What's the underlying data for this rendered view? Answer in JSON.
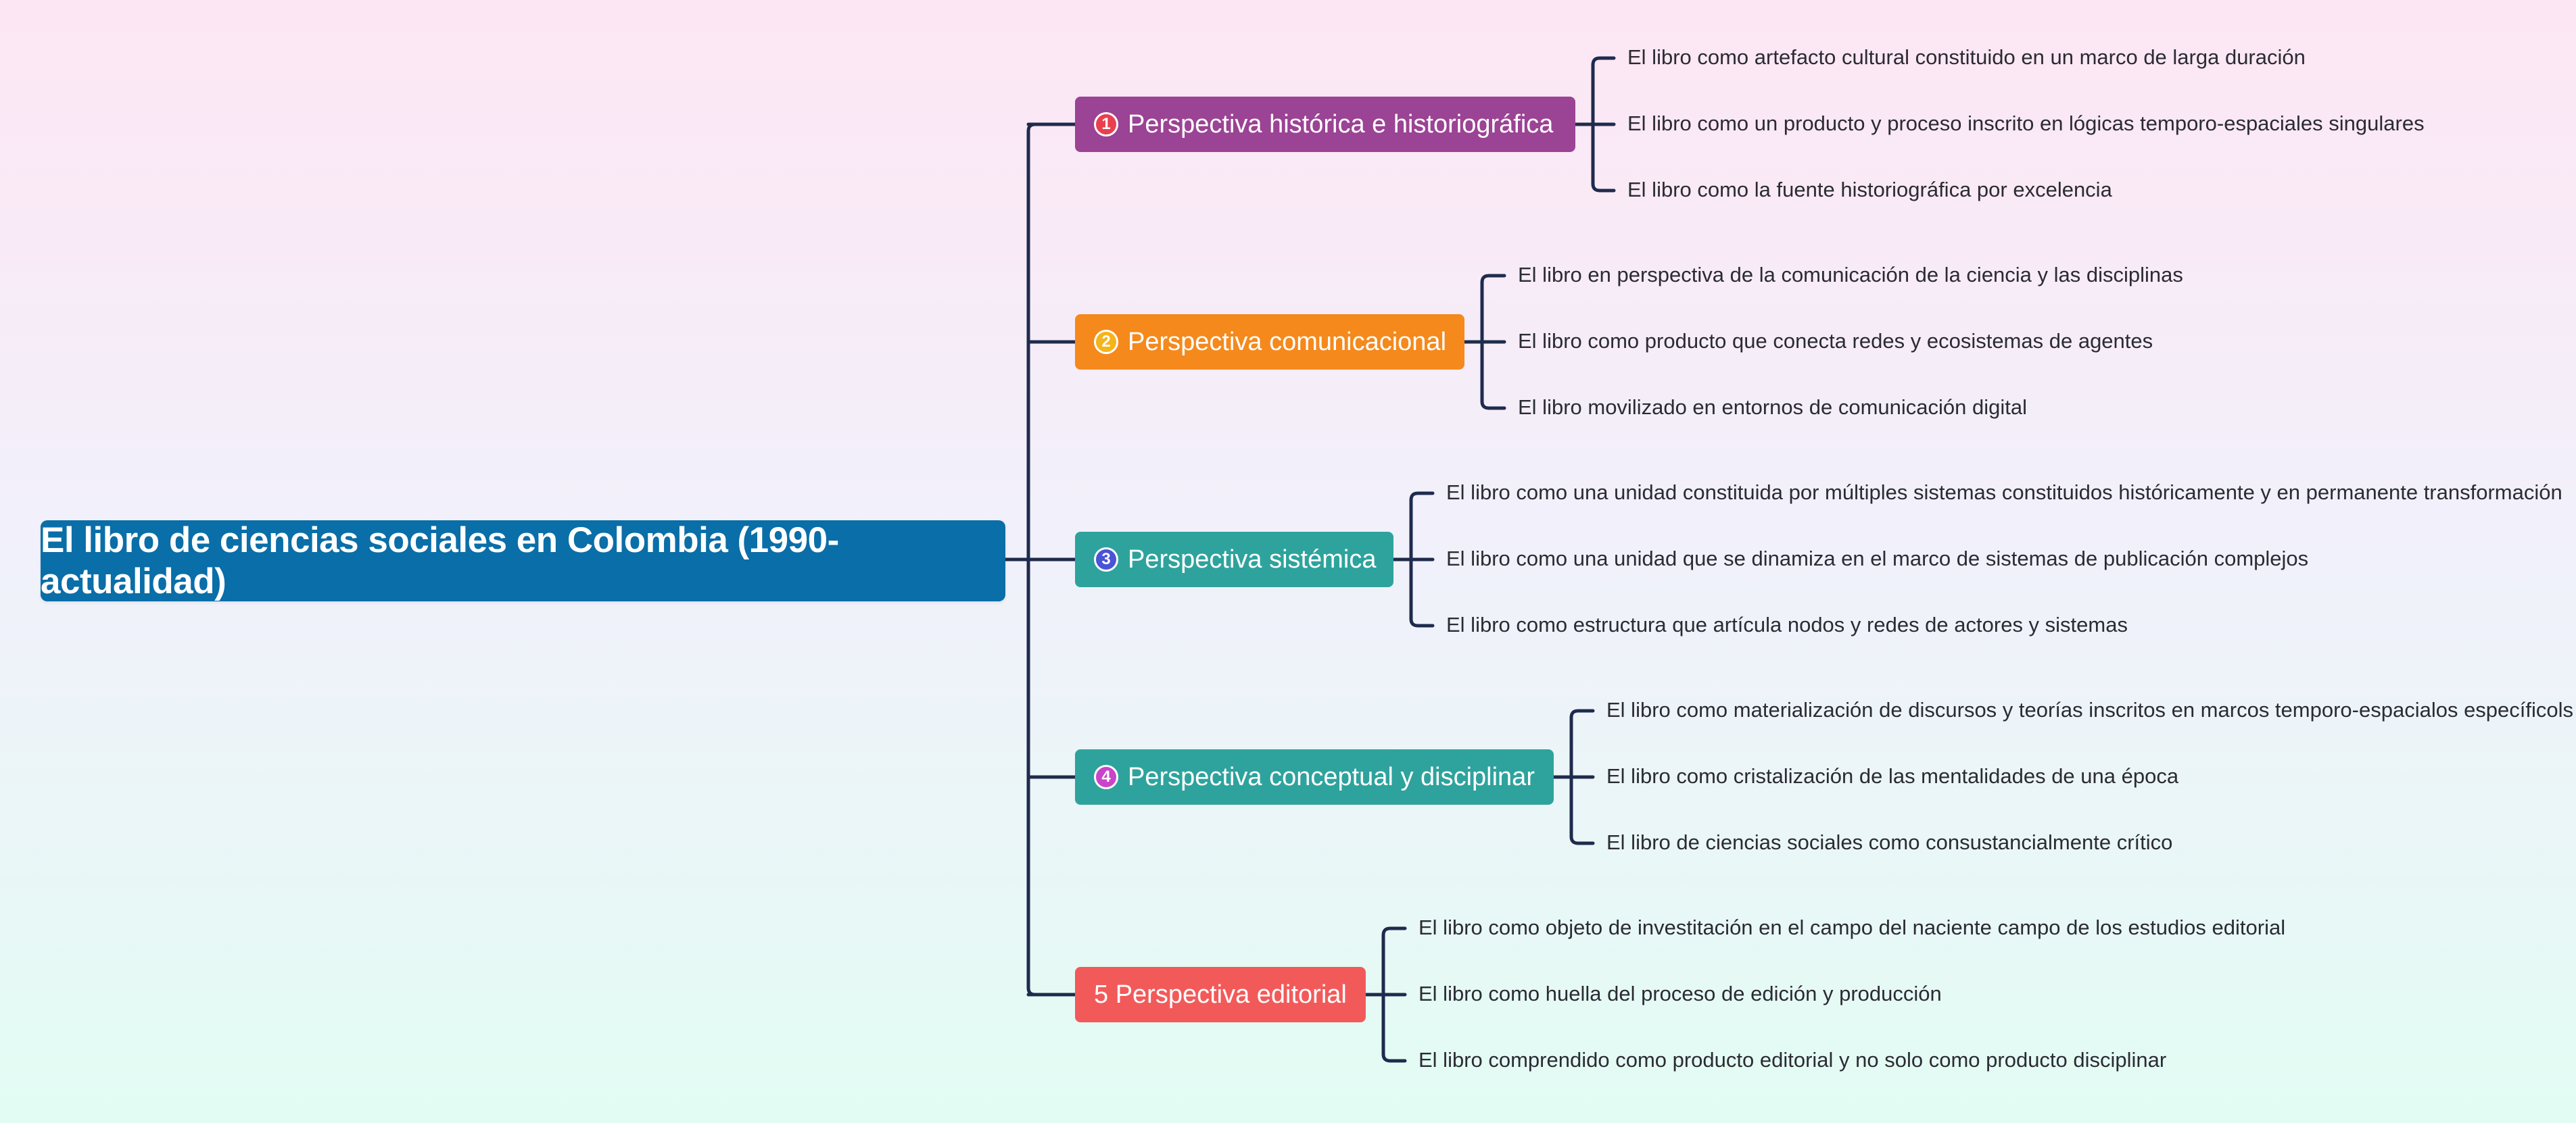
{
  "central": {
    "label": "El libro de ciencias sociales en Colombia (1990-actualidad)"
  },
  "colors": {
    "line": "#1f2b4d",
    "central": "#0a6ea8"
  },
  "branches": [
    {
      "marker": "1",
      "label": "Perspectiva histórica e historiográfica",
      "color": "#9b4394",
      "marker_color": "#e8404f",
      "leaves": [
        "El libro como artefacto cultural constituido en un marco de larga duración",
        "El libro como un producto y proceso inscrito en lógicas temporo-espaciales singulares",
        "El libro como la fuente historiográfica por excelencia"
      ]
    },
    {
      "marker": "2",
      "label": "Perspectiva comunicacional",
      "color": "#f5891c",
      "marker_color": "#f5b419",
      "leaves": [
        "El libro en perspectiva de la comunicación de la ciencia y las disciplinas",
        "El libro como producto que conecta redes y ecosistemas de agentes",
        "El libro movilizado en entornos  de comunicación digital"
      ]
    },
    {
      "marker": "3",
      "label": "Perspectiva sistémica",
      "color": "#2ea39d",
      "marker_color": "#4a54d6",
      "leaves": [
        "El libro como una unidad constituida por múltiples sistemas constituidos históricamente y en permanente transformación",
        "El libro como una unidad que se dinamiza en el marco de sistemas de  publicación complejos",
        "El libro como estructura que artícula nodos y redes de actores y sistemas"
      ]
    },
    {
      "marker": "4",
      "label": "Perspectiva conceptual y disciplinar",
      "color": "#2ea39d",
      "marker_color": "#c944c8",
      "leaves": [
        "El libro como materialización de discursos y teorías inscritos en marcos temporo-espacialos específicols",
        "El libro como cristalización de las mentalidades de una época",
        "El libro de ciencias sociales como consustancialmente crítico"
      ]
    },
    {
      "marker": "",
      "label": "5 Perspectiva editorial",
      "color": "#f25a5a",
      "marker_color": "",
      "leaves": [
        "El libro como objeto de investitación en el campo del naciente campo de los estudios editorial",
        "El libro como huella del proceso de edición y producción",
        "El libro comprendido como producto editorial y no solo como producto disciplinar"
      ]
    }
  ]
}
